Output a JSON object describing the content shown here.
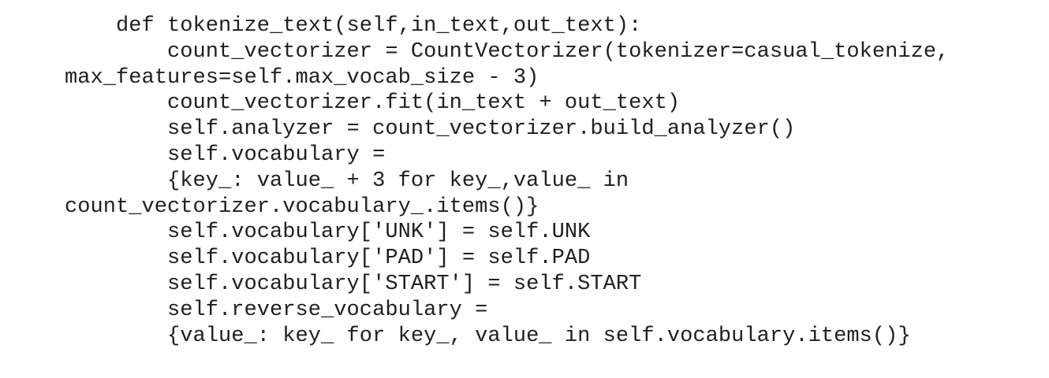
{
  "page": {
    "background_color": "#ffffff",
    "text_color": "#1f1f1f"
  },
  "code": {
    "lines": [
      "    def tokenize_text(self,in_text,out_text):",
      "        count_vectorizer = CountVectorizer(tokenizer=casual_tokenize,",
      "max_features=self.max_vocab_size - 3)",
      "        count_vectorizer.fit(in_text + out_text)",
      "        self.analyzer = count_vectorizer.build_analyzer()",
      "        self.vocabulary =",
      "        {key_: value_ + 3 for key_,value_ in",
      "count_vectorizer.vocabulary_.items()}",
      "        self.vocabulary['UNK'] = self.UNK",
      "        self.vocabulary['PAD'] = self.PAD",
      "        self.vocabulary['START'] = self.START",
      "        self.reverse_vocabulary =",
      "        {value_: key_ for key_, value_ in self.vocabulary.items()}"
    ]
  }
}
